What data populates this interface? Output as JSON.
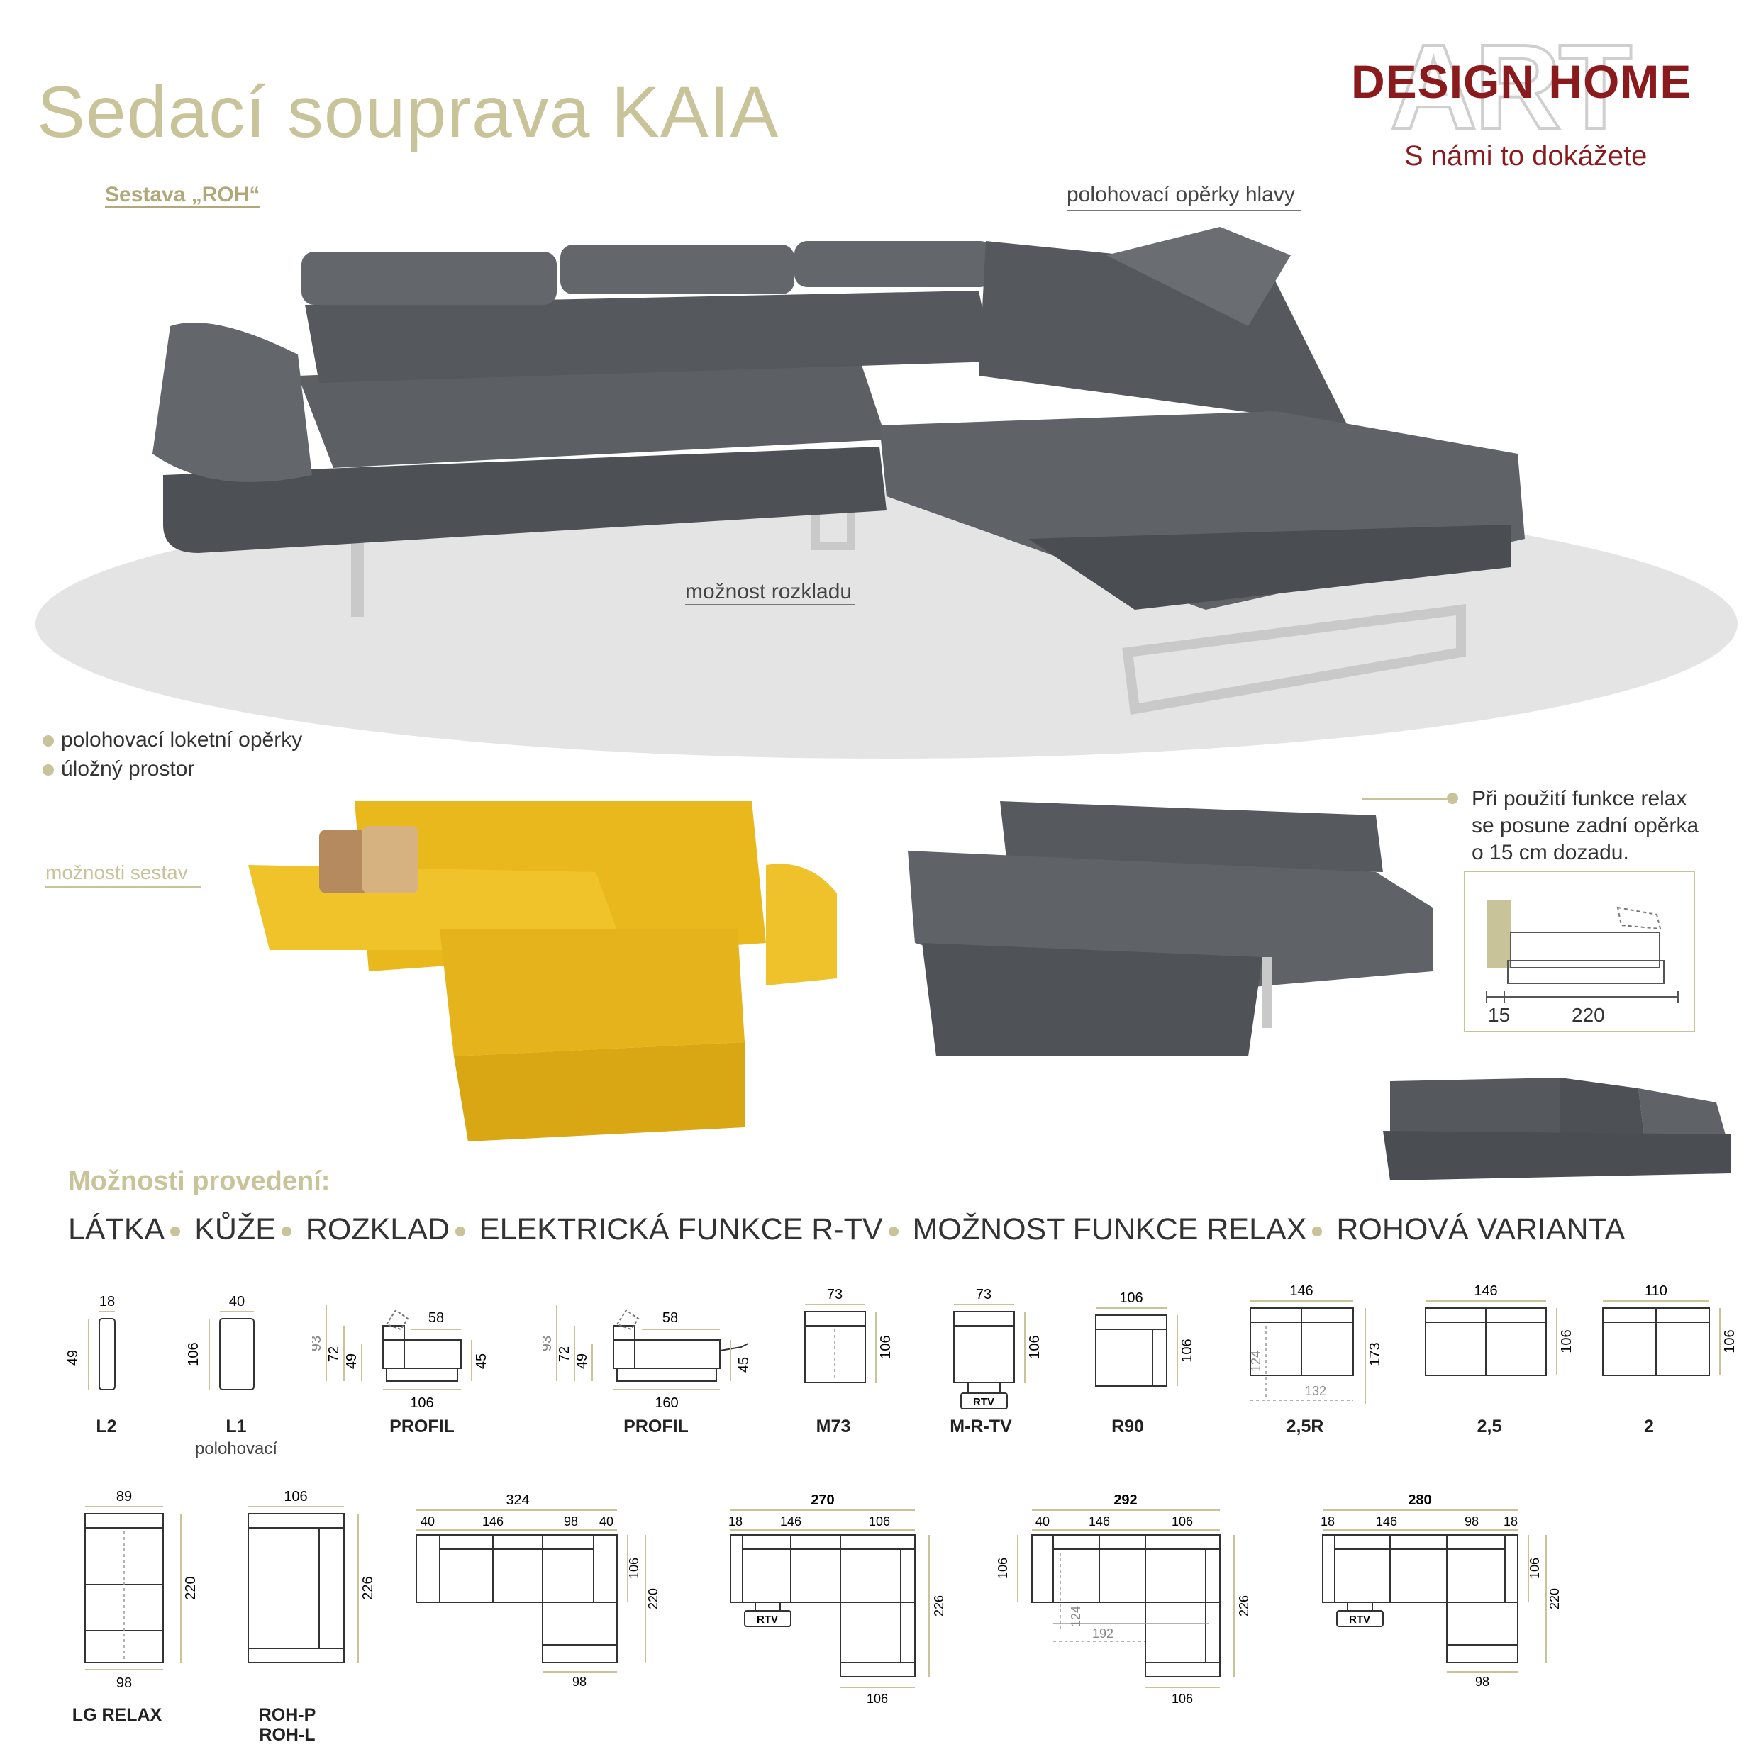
{
  "header": {
    "title": "Sedací souprava KAIA",
    "subtitle": "Sestava „ROH“"
  },
  "logo": {
    "art": "ART",
    "brand": "DESIGN HOME",
    "slogan": "S námi to dokážete"
  },
  "callouts": {
    "headrest": "polohovací opěrky hlavy",
    "bed": "možnost rozkladu",
    "sets": "možnosti sestav"
  },
  "features": [
    "polohovací loketní opěrky",
    "úložný prostor"
  ],
  "relax": {
    "text_lines": [
      "Při použití funkce relax",
      "se posune zadní opěrka",
      "o 15 cm dozadu."
    ],
    "dim_a": "15",
    "dim_b": "220"
  },
  "options": {
    "heading": "Možnosti provedení:",
    "items": [
      "LÁTKA",
      "KŮŽE",
      "ROZKLAD",
      "ELEKTRICKÁ FUNKCE R-TV",
      "MOŽNOST FUNKCE RELAX",
      "ROHOVÁ VARIANTA"
    ]
  },
  "modules_row1": [
    {
      "name": "L2",
      "w": "18",
      "h": "49"
    },
    {
      "name": "L1",
      "sub": "polohovací",
      "w": "40",
      "h": "106"
    },
    {
      "name": "PROFIL",
      "dims": [
        "58",
        "93",
        "72",
        "49",
        "45",
        "106"
      ]
    },
    {
      "name": "PROFIL",
      "dims": [
        "58",
        "93",
        "72",
        "49",
        "45",
        "160"
      ]
    },
    {
      "name": "M73",
      "w": "73",
      "h": "106"
    },
    {
      "name": "M-R-TV",
      "w": "73",
      "h": "106",
      "badge": "RTV"
    },
    {
      "name": "R90",
      "w": "106",
      "h": "106"
    },
    {
      "name": "2,5R",
      "w": "146",
      "h": "173",
      "inner_w": "132",
      "inner_h": "124"
    },
    {
      "name": "2,5",
      "w": "146",
      "h": "106"
    },
    {
      "name": "2",
      "w": "110",
      "h": "106"
    }
  ],
  "modules_row2": [
    {
      "name": "LG RELAX",
      "w": "89",
      "h": "220",
      "bottom": "98"
    },
    {
      "name": "ROH-P",
      "name2": "ROH-L",
      "w": "106",
      "h": "226"
    },
    {
      "total": "324",
      "segs": [
        "40",
        "146",
        "98",
        "40"
      ],
      "h": "106",
      "h2": "220",
      "bottom": "98"
    },
    {
      "total": "270",
      "segs": [
        "18",
        "146",
        "106"
      ],
      "h": "226",
      "bottom": "106",
      "badge": "RTV"
    },
    {
      "total": "292",
      "segs": [
        "40",
        "146",
        "106"
      ],
      "h": "106",
      "h2": "226",
      "bottom": "106",
      "inner_w": "192",
      "inner_h": "124"
    },
    {
      "total": "280",
      "segs": [
        "18",
        "146",
        "98",
        "18"
      ],
      "h": "106",
      "h2": "220",
      "bottom": "98",
      "badge": "RTV"
    }
  ],
  "colors": {
    "accent": "#c9c39a",
    "brand": "#8b1a1d",
    "sofa_dark": "#5a5d62",
    "sofa_yellow": "#e8b81c"
  }
}
